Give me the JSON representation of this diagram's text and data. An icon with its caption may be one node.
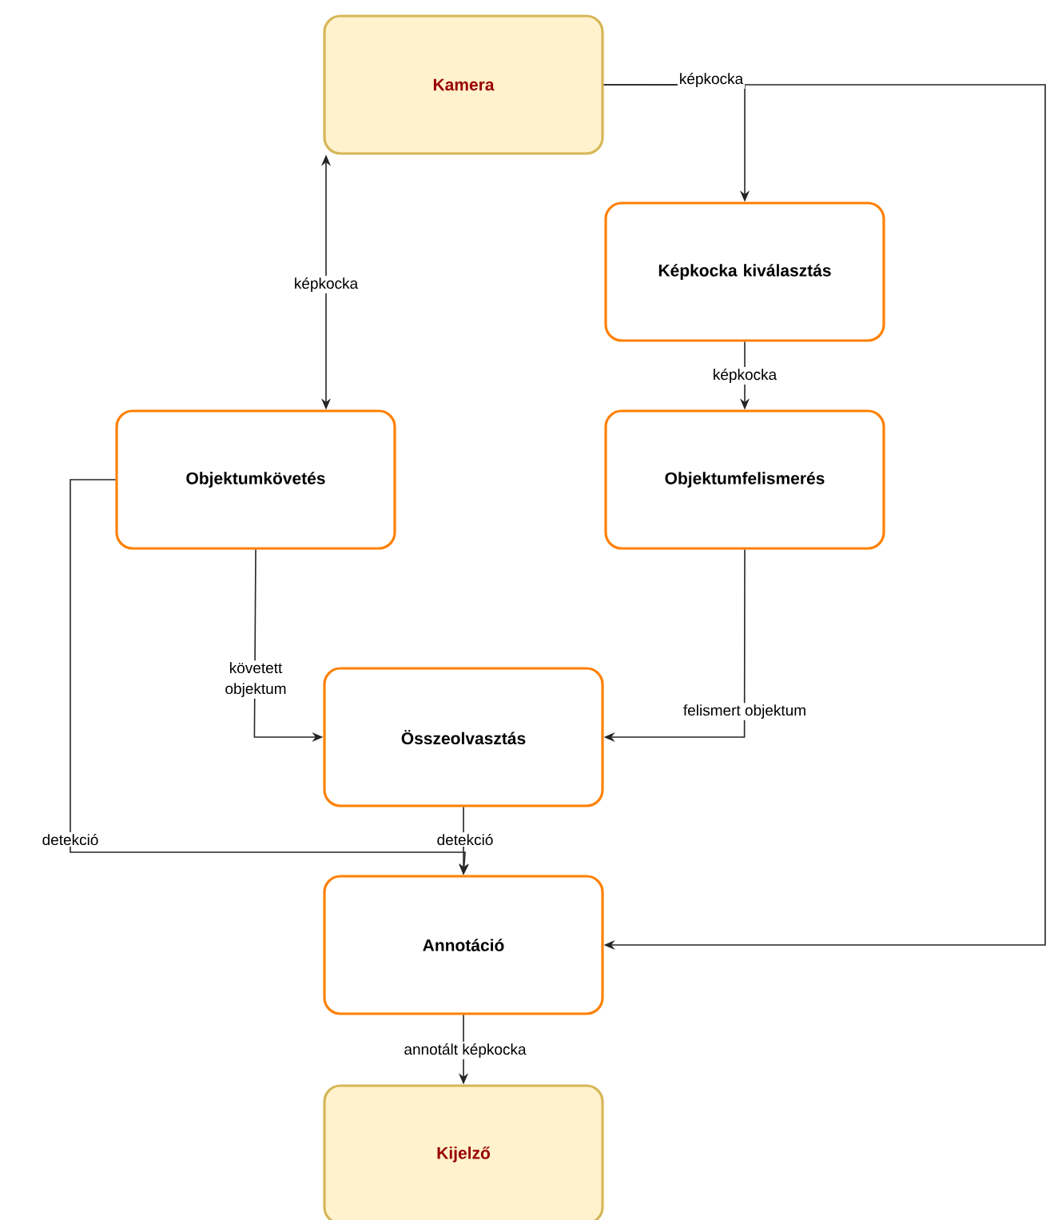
{
  "diagram": {
    "nodes": [
      {
        "text": [
          "Kamera"
        ]
      },
      {
        "text": [
          "Képkocka kiválasztás"
        ]
      },
      {
        "text": [
          "Objektumkövetés"
        ]
      },
      {
        "text": [
          "Objektumfelismerés"
        ]
      },
      {
        "text": [
          "Összeolvasztás"
        ]
      },
      {
        "text": [
          "Annotáció"
        ]
      },
      {
        "text": [
          "Kijelző"
        ]
      }
    ],
    "edges": [
      {
        "from": 0,
        "to": 1,
        "arrow": "to",
        "label": "képkocka"
      },
      {
        "from": 0,
        "to": 5,
        "arrow": "to"
      },
      {
        "from": 0,
        "to": 2,
        "arrow": "both",
        "label": "képkocka"
      },
      {
        "from": 1,
        "to": 3,
        "arrow": "to",
        "label": "képkocka"
      },
      {
        "from": 2,
        "to": 4,
        "arrow": "to",
        "label": "követett objektum"
      },
      {
        "from": 3,
        "to": 4,
        "arrow": "to",
        "label": "felismert objektum"
      },
      {
        "from": 4,
        "to": 5,
        "arrow": "to",
        "label": "detekció"
      },
      {
        "from": 2,
        "to": 5,
        "arrow": "to",
        "label": "detekció"
      },
      {
        "from": 5,
        "to": 6,
        "arrow": "to",
        "label": "annotált képkocka"
      }
    ]
  }
}
